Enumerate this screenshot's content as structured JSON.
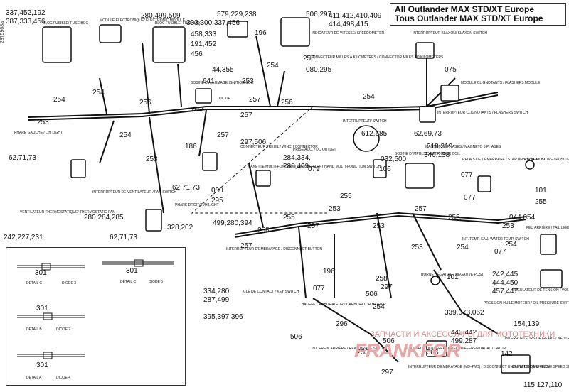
{
  "title": {
    "line1": "All Outlander MAX STD/XT Europe",
    "line2": "Tous Outlander MAX STD/XT Europe"
  },
  "doc_id": "2875968a",
  "watermark": {
    "line": "ЗАПЧАСТИ И АКСЕССУАРЫ ДЛЯ МОТОТЕХНИКИ",
    "logo": "FRANKFOR"
  },
  "callouts": [
    "337,452,192",
    "387,333,456",
    "280,499,509",
    "333,300,337,456",
    "458,333",
    "191,452",
    "456",
    "579,229,238",
    "506,297",
    "411,412,410,409",
    "414,498,415",
    "196",
    "256",
    "254",
    "080,295",
    "075",
    "44,355",
    "641",
    "253",
    "257",
    "254",
    "256",
    "254",
    "256",
    "077",
    "257",
    "254",
    "62,69,73",
    "253",
    "254",
    "186",
    "257",
    "297,506",
    "612,685",
    "62,71,73",
    "253",
    "284,334,",
    "280,499",
    "079",
    "318,319",
    "346,138",
    "077",
    "032,500",
    "106",
    "080",
    "295",
    "62,71,73",
    "255",
    "253",
    "077",
    "101",
    "255",
    "280,284,285",
    "499,280,394",
    "255",
    "258",
    "044,054",
    "242,227,231",
    "328,202",
    "62,71,73",
    "253",
    "257",
    "257",
    "253",
    "257",
    "255",
    "254",
    "254",
    "253",
    "077",
    "242,445",
    "444,450",
    "457,447",
    "196",
    "258",
    "101",
    "297",
    "334,280",
    "287,499",
    "506",
    "077",
    "395,397,396",
    "339,073,062",
    "154,139",
    "142",
    "296",
    "443,442",
    "499,287",
    "254",
    "506",
    "506",
    "253",
    "297",
    "506",
    "115,127,110"
  ],
  "labels": [
    "BLOC FUSIBLE/ FUSE BOX",
    "MODULE ÉLECTRONIQUE/ ELECTRONIC MODULE",
    "BLOC FUSIBLE/ FUSE BOX",
    "INDICATEUR DE VITESSE/ SPEEDOMETER",
    "CONNECTEUR MILLES À KILOMÈTRES / CONNECTOR MILES TO KILOMETERS",
    "INTERRUPTEUR KLAXON/ KLAXON SWITCH",
    "MODULE CLIGNOTANTS / FLASHERS MODULE",
    "INTERRUPTEUR CLIGNOTANTS / FLASHERS SWITCH",
    "BOBINE D'ALLUMAGE IGNITION COIL",
    "DIODE",
    "PHARE GAUCHE / L/H LIGHT",
    "CONNECTEUR TREUIL / WINCH CONNECTOR",
    "INTERRUPTEUR/ SWITCH",
    "MANETTE MULTI-FONCTION GAUCHE / LEFT HAND MULTI-FONCTION SWITCH",
    "PRISE ACC. / DC OUTLET",
    "BOBINE D'IMPULSION / TRIGGER COIL",
    "MAGNÉTO 3 PHASES / MAGNETO 3 PHASES",
    "RELAIS DE DÉMARRAGE / STARTING SOLENOID",
    "BORNE POSITIVE / POSITIVE POST",
    "INTERRUPTEUR DE VENTILATEUR / FAN SWITCH",
    "PHARE DROIT/ R/H LIGHT",
    "VENTILATEUR THERMOSTATIQUE/ THERMOSTATIC FAN",
    "FEU ARRIÈRE / TAIL LIGHT",
    "INT. TEMP. EAU/ WATER TEMP. SWITCH",
    "INTERRUPTEUR D'EMBRAYAGE / DISCONNECT BUTTON",
    "CLÉ DE CONTACT / KEY SWITCH",
    "BORNE NÉGATIVE / NEGATIVE POST",
    "RÉGULATEUR DE TENSION / VOLTAGE REGULATOR",
    "PRESSION HUILE MOTEUR / OIL PRESSURE SWITCH",
    "INT. FREIN ARRIÈRE / REAR BRAKE SWITCH",
    "ACTUATEUR DU DIFFÉRENTIEL / DIFFERENTIAL ACTUATOR",
    "INTERRUPTEUR D'EMBRAYAGE (MD-4WD) / DISCONNECT UNIT SWITCH (MD-4WD)",
    "CAPTEUR DE VITESSE/ SPEED SENSOR",
    "CHAUFFE CARBURATEUR / CARBURATOR HEATER",
    "INTERRUPTEURS DE GEARS / NEUTRAL"
  ],
  "detail_box": {
    "items": [
      {
        "callout": "301",
        "left": "DETAIL C",
        "right": "DIODE 3"
      },
      {
        "callout": "301",
        "left": "DETAIL C",
        "right": "DIODE 5"
      },
      {
        "callout": "301",
        "left": "DETAIL B",
        "right": "DIODE 2"
      },
      {
        "callout": "301",
        "left": "DETAIL A",
        "right": "DIODE 4"
      }
    ]
  },
  "colors": {
    "line": "#111111",
    "watermark": "#d98a8a"
  }
}
